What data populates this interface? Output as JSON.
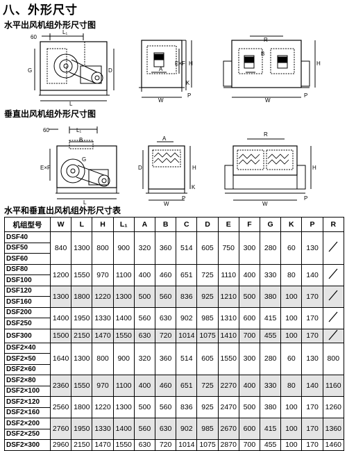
{
  "title": "八、外形尺寸",
  "section1": "水平出风机组外形尺寸图",
  "section2": "垂直出风机组外形尺寸图",
  "section3": "水平和垂直出风机组外形尺寸表",
  "dim_labels": {
    "d60": "60",
    "l1": "L₁",
    "g": "G",
    "d": "D",
    "l": "L",
    "exf": "E×F",
    "a": "A",
    "h": "H",
    "k": "K",
    "w": "W",
    "p": "P",
    "b": "B",
    "r": "R"
  },
  "table": {
    "headers": [
      "机组型号",
      "W",
      "L",
      "H",
      "L₁",
      "A",
      "B",
      "C",
      "D",
      "E",
      "F",
      "G",
      "K",
      "P",
      "R"
    ],
    "groups": [
      {
        "models": [
          "DSF40",
          "DSF50",
          "DSF60"
        ],
        "values": [
          "840",
          "1300",
          "800",
          "900",
          "320",
          "360",
          "514",
          "605",
          "750",
          "300",
          "280",
          "60",
          "130"
        ],
        "r": "slash",
        "shade": false
      },
      {
        "models": [
          "DSF80",
          "DSF100"
        ],
        "values": [
          "1200",
          "1550",
          "970",
          "1100",
          "400",
          "460",
          "651",
          "725",
          "1110",
          "400",
          "330",
          "80",
          "140"
        ],
        "r": "slash",
        "shade": false
      },
      {
        "models": [
          "DSF120",
          "DSF160"
        ],
        "values": [
          "1300",
          "1800",
          "1220",
          "1300",
          "500",
          "560",
          "836",
          "925",
          "1210",
          "500",
          "380",
          "100",
          "170"
        ],
        "r": "slash",
        "shade": true
      },
      {
        "models": [
          "DSF200",
          "DSF250"
        ],
        "values": [
          "1400",
          "1950",
          "1330",
          "1400",
          "560",
          "630",
          "902",
          "985",
          "1310",
          "600",
          "415",
          "100",
          "170"
        ],
        "r": "slash",
        "shade": false
      },
      {
        "models": [
          "DSF300"
        ],
        "values": [
          "1500",
          "2150",
          "1470",
          "1550",
          "630",
          "720",
          "1014",
          "1075",
          "1410",
          "700",
          "455",
          "100",
          "170"
        ],
        "r": "slash",
        "shade": true
      },
      {
        "models": [
          "DSF2×40",
          "DSF2×50",
          "DSF2×60"
        ],
        "values": [
          "1640",
          "1300",
          "800",
          "900",
          "320",
          "360",
          "514",
          "605",
          "1550",
          "300",
          "280",
          "60",
          "130"
        ],
        "r": "800",
        "shade": false
      },
      {
        "models": [
          "DSF2×80",
          "DSF2×100"
        ],
        "values": [
          "2360",
          "1550",
          "970",
          "1100",
          "400",
          "460",
          "651",
          "725",
          "2270",
          "400",
          "330",
          "80",
          "140"
        ],
        "r": "1160",
        "shade": true
      },
      {
        "models": [
          "DSF2×120",
          "DSF2×160"
        ],
        "values": [
          "2560",
          "1800",
          "1220",
          "1300",
          "500",
          "560",
          "836",
          "925",
          "2470",
          "500",
          "380",
          "100",
          "170"
        ],
        "r": "1260",
        "shade": false
      },
      {
        "models": [
          "DSF2×200",
          "DSF2×250"
        ],
        "values": [
          "2760",
          "1950",
          "1330",
          "1400",
          "560",
          "630",
          "902",
          "985",
          "2670",
          "600",
          "415",
          "100",
          "170"
        ],
        "r": "1360",
        "shade": true
      },
      {
        "models": [
          "DSF2×300"
        ],
        "values": [
          "2960",
          "2150",
          "1470",
          "1550",
          "630",
          "720",
          "1014",
          "1075",
          "2870",
          "700",
          "455",
          "100",
          "170"
        ],
        "r": "1460",
        "shade": false
      }
    ]
  }
}
